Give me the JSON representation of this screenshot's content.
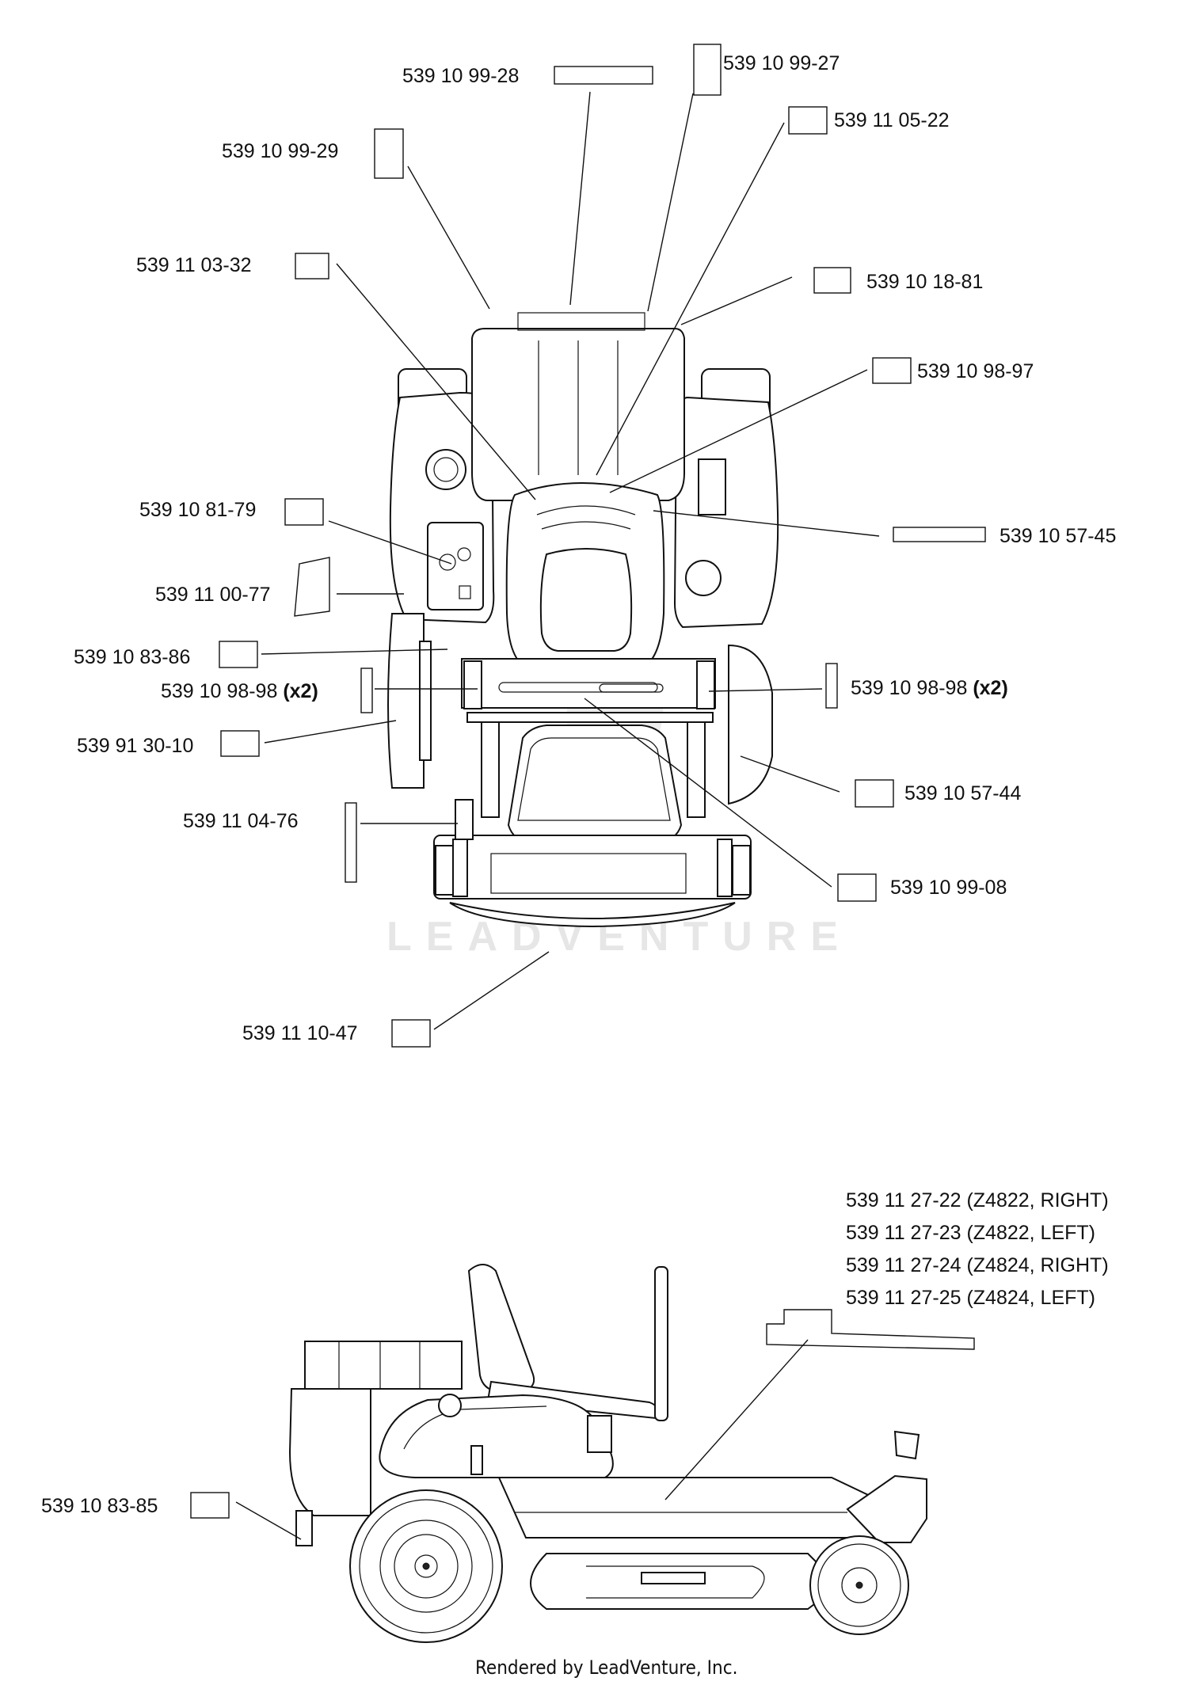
{
  "top_view_labels": {
    "p_28": "539 10 99-28",
    "p_27": "539 10 99-27",
    "p_0522": "539 11 05-22",
    "p_29": "539 10 99-29",
    "p_0332": "539 11 03-32",
    "p_1881": "539 10 18-81",
    "p_9897": "539 10 98-97",
    "p_8179": "539 10 81-79",
    "p_5745": "539 10 57-45",
    "p_0077": "539 11 00-77",
    "p_8386": "539 10 83-86",
    "p_9898_left": "539 10 98-98",
    "p_9898_left_qty": "(x2)",
    "p_9898_right": "539 10 98-98",
    "p_9898_right_qty": "(x2)",
    "p_3010": "539 91 30-10",
    "p_5744": "539 10 57-44",
    "p_0476": "539 11 04-76",
    "p_9908": "539 10 99-08",
    "p_1047": "539 11 10-47"
  },
  "side_view_labels": {
    "decal_lines": [
      "539 11 27-22 (Z4822, RIGHT)",
      "539 11 27-23 (Z4822, LEFT)",
      "539 11 27-24 (Z4824, RIGHT)",
      "539 11 27-25 (Z4824, LEFT)"
    ],
    "p_8385": "539 10 83-85"
  },
  "watermark": "LEADVENTURE",
  "footer": "Rendered by LeadVenture, Inc."
}
